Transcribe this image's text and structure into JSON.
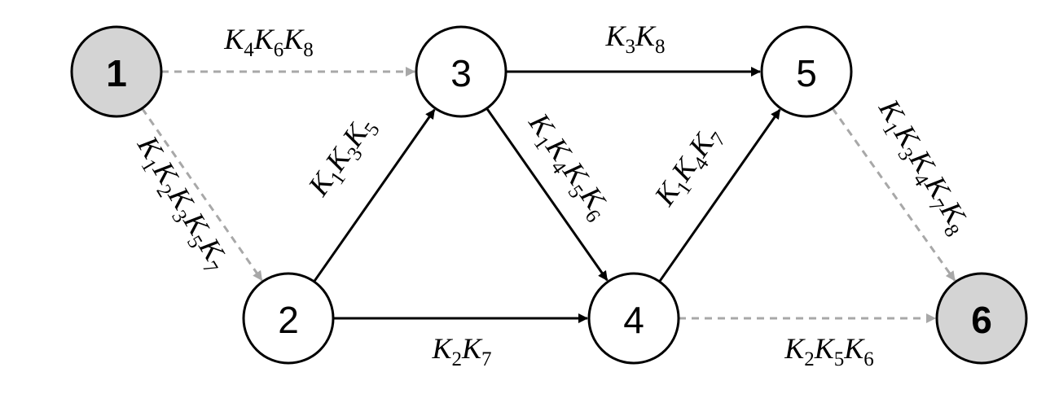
{
  "colors": {
    "solid_edge": "#000000",
    "dashed_edge": "#a8a8a8",
    "terminal_fill": "#d4d4d4",
    "node_fill": "#ffffff"
  },
  "nodes": [
    {
      "id": "1",
      "label": "1",
      "terminal": true
    },
    {
      "id": "2",
      "label": "2",
      "terminal": false
    },
    {
      "id": "3",
      "label": "3",
      "terminal": false
    },
    {
      "id": "4",
      "label": "4",
      "terminal": false
    },
    {
      "id": "5",
      "label": "5",
      "terminal": false
    },
    {
      "id": "6",
      "label": "6",
      "terminal": true
    }
  ],
  "edges": [
    {
      "from": "1",
      "to": "3",
      "style": "dashed",
      "label": [
        [
          "K",
          "4"
        ],
        [
          "K",
          "6"
        ],
        [
          "K",
          "8"
        ]
      ]
    },
    {
      "from": "1",
      "to": "2",
      "style": "dashed",
      "label": [
        [
          "K",
          "1"
        ],
        [
          "K",
          "2"
        ],
        [
          "K",
          "3"
        ],
        [
          "K",
          "5"
        ],
        [
          "K",
          "7"
        ]
      ]
    },
    {
      "from": "2",
      "to": "3",
      "style": "solid",
      "label": [
        [
          "K",
          "1"
        ],
        [
          "K",
          "3"
        ],
        [
          "K",
          "5"
        ]
      ]
    },
    {
      "from": "2",
      "to": "4",
      "style": "solid",
      "label": [
        [
          "K",
          "2"
        ],
        [
          "K",
          "7"
        ]
      ]
    },
    {
      "from": "3",
      "to": "5",
      "style": "solid",
      "label": [
        [
          "K",
          "3"
        ],
        [
          "K",
          "8"
        ]
      ]
    },
    {
      "from": "3",
      "to": "4",
      "style": "solid",
      "label": [
        [
          "K",
          "1"
        ],
        [
          "K",
          "4"
        ],
        [
          "K",
          "5"
        ],
        [
          "K",
          "6"
        ]
      ]
    },
    {
      "from": "4",
      "to": "5",
      "style": "solid",
      "label": [
        [
          "K",
          "1"
        ],
        [
          "K",
          "4"
        ],
        [
          "K",
          "7"
        ]
      ]
    },
    {
      "from": "4",
      "to": "6",
      "style": "dashed",
      "label": [
        [
          "K",
          "2"
        ],
        [
          "K",
          "5"
        ],
        [
          "K",
          "6"
        ]
      ]
    },
    {
      "from": "5",
      "to": "6",
      "style": "dashed",
      "label": [
        [
          "K",
          "1"
        ],
        [
          "K",
          "3"
        ],
        [
          "K",
          "4"
        ],
        [
          "K",
          "7"
        ],
        [
          "K",
          "8"
        ]
      ]
    }
  ]
}
